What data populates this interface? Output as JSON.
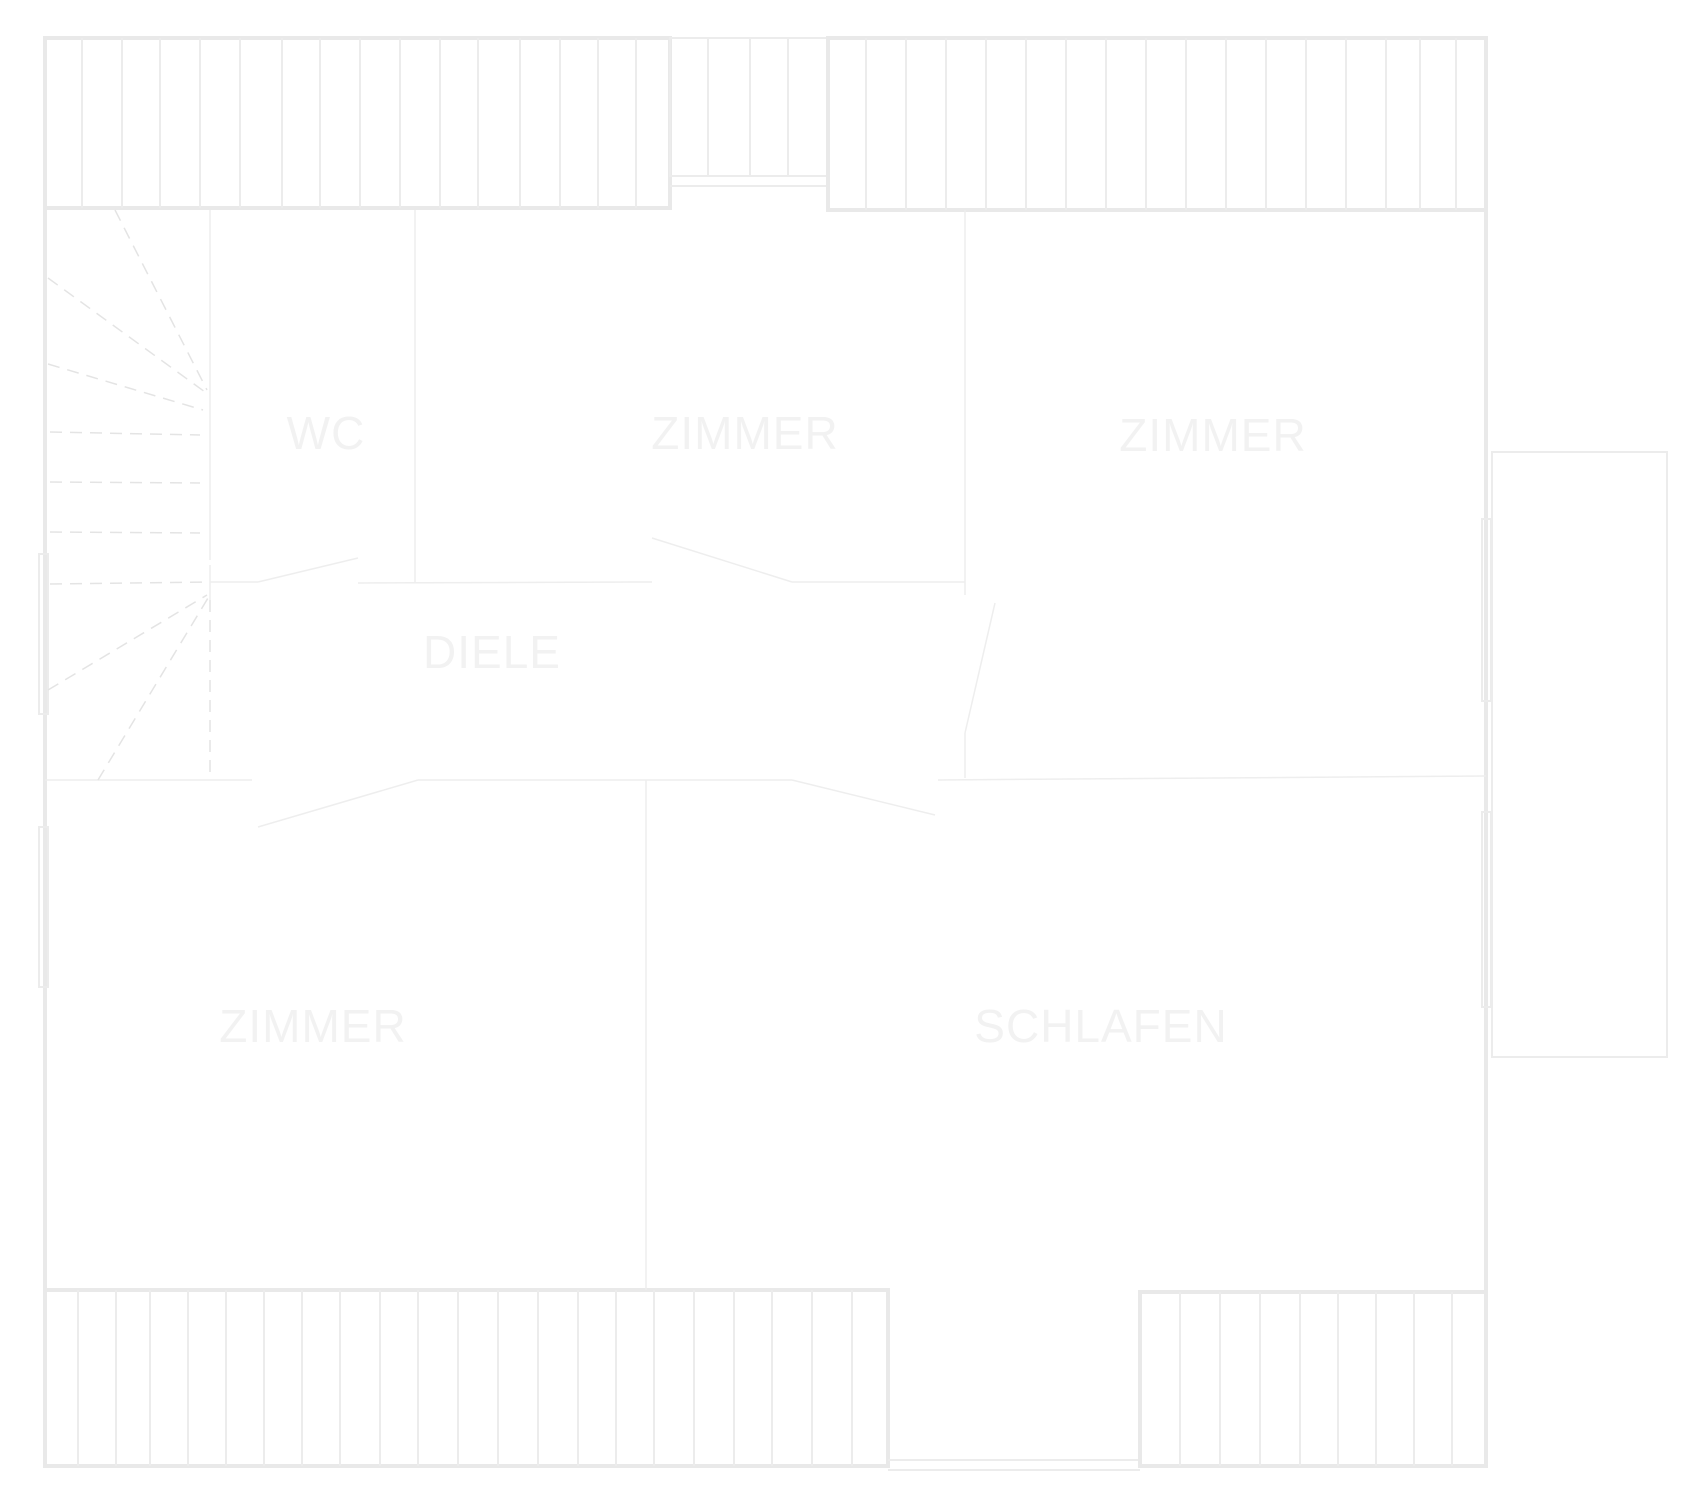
{
  "rooms": {
    "wc": "WC",
    "zimmer_top_middle": "ZIMMER",
    "zimmer_top_right": "ZIMMER",
    "diele": "DIELE",
    "zimmer_bottom_left": "ZIMMER",
    "schlafen": "SCHLAFEN"
  }
}
